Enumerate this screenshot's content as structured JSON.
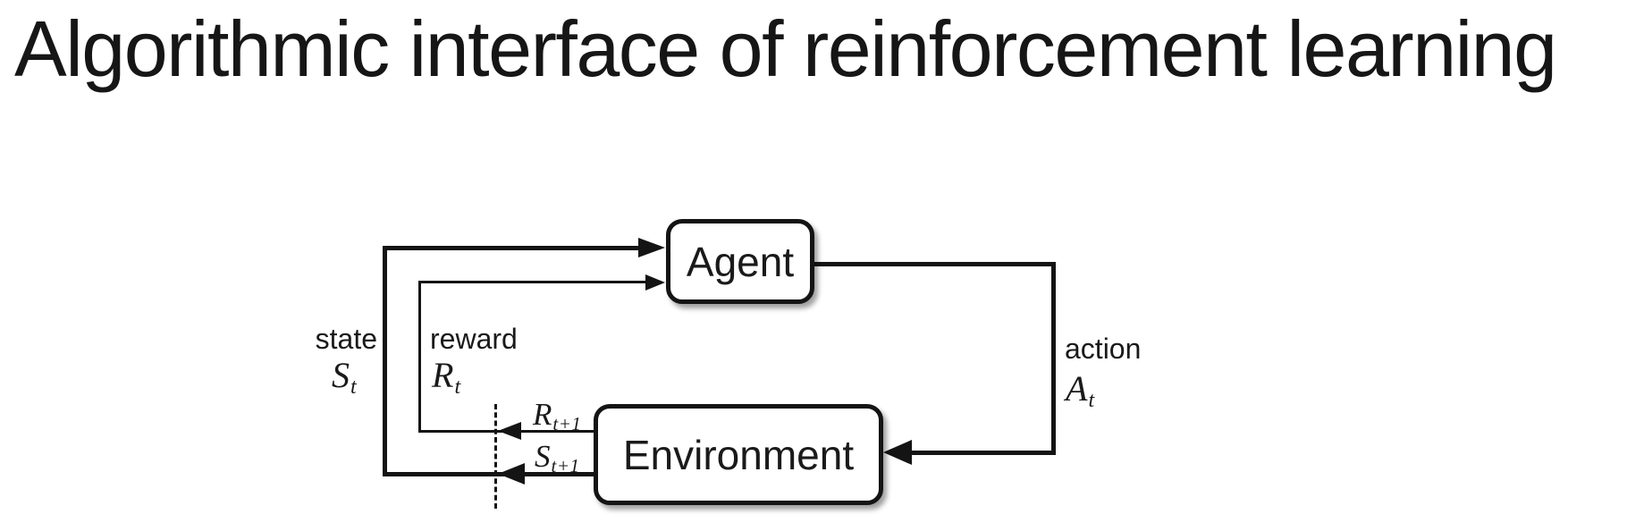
{
  "title": "Algorithmic interface of reinforcement learning",
  "colors": {
    "ink": "#141414",
    "background": "#ffffff",
    "box_fill": "#ffffff"
  },
  "diagram": {
    "agent_label": "Agent",
    "environment_label": "Environment",
    "state_word": "state",
    "reward_word": "reward",
    "action_word": "action",
    "state_symbol": {
      "base": "S",
      "sub": "t"
    },
    "reward_symbol": {
      "base": "R",
      "sub": "t"
    },
    "action_symbol": {
      "base": "A",
      "sub": "t"
    },
    "next_reward_symbol": {
      "base": "R",
      "sub": "t+1"
    },
    "next_state_symbol": {
      "base": "S",
      "sub": "t+1"
    }
  }
}
